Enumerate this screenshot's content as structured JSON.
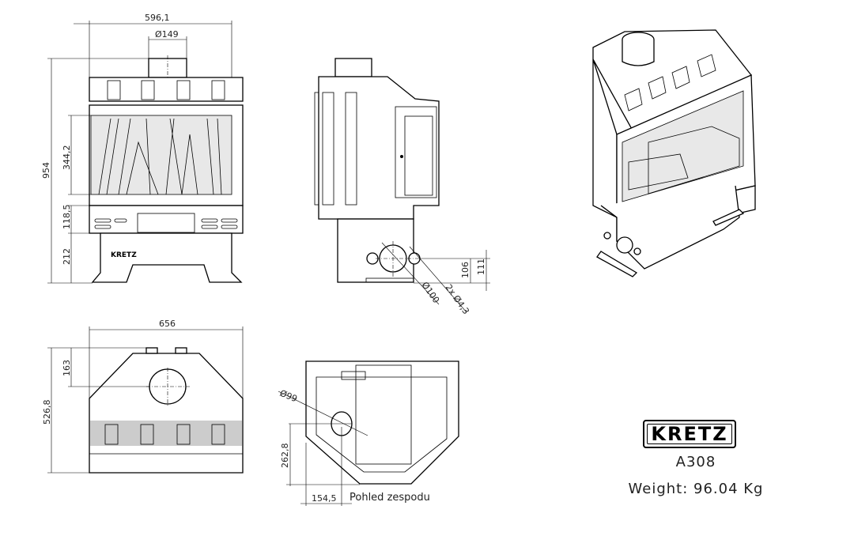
{
  "front_view": {
    "width_dim": "596,1",
    "flue_dim": "Ø149",
    "height_dim": "954",
    "glass_dim": "344,2",
    "panel_dim": "118,5",
    "base_dim": "212",
    "base_logo": "KRETZ"
  },
  "side_view": {
    "dim_106": "106",
    "dim_111": "111",
    "hole_dim": "Ø100",
    "small_holes_dim": "2x Ø4,3"
  },
  "top_view": {
    "width_dim": "656",
    "depth_dim": "526,8",
    "flue_offset_dim": "163"
  },
  "bottom_view": {
    "hole_dim": "Ø99",
    "offset_y_dim": "262,8",
    "offset_x_dim": "154,5",
    "caption": "Pohled zespodu"
  },
  "info": {
    "brand": "KRETZ",
    "model": "A308",
    "weight": "Weight: 96.04 Kg"
  }
}
